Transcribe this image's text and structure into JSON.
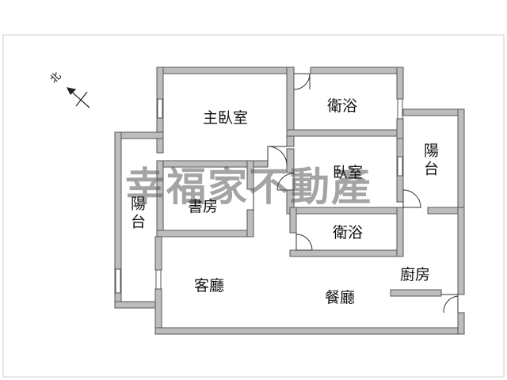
{
  "compass": {
    "label": "北",
    "icon": "north-arrow-icon"
  },
  "watermark": {
    "text": "幸福家不動產"
  },
  "rooms": {
    "master_bedroom": "主臥室",
    "bath_top": "衛浴",
    "bedroom": "臥室",
    "bath_mid": "衛浴",
    "balcony_right": "陽台",
    "balcony_left": "陽台",
    "study": "書房",
    "living": "客廳",
    "dining": "餐廳",
    "kitchen": "廚房"
  },
  "colors": {
    "wall_fill": "#bdbdbd",
    "wall_stroke": "#555555",
    "border": "#cfcfcf"
  }
}
